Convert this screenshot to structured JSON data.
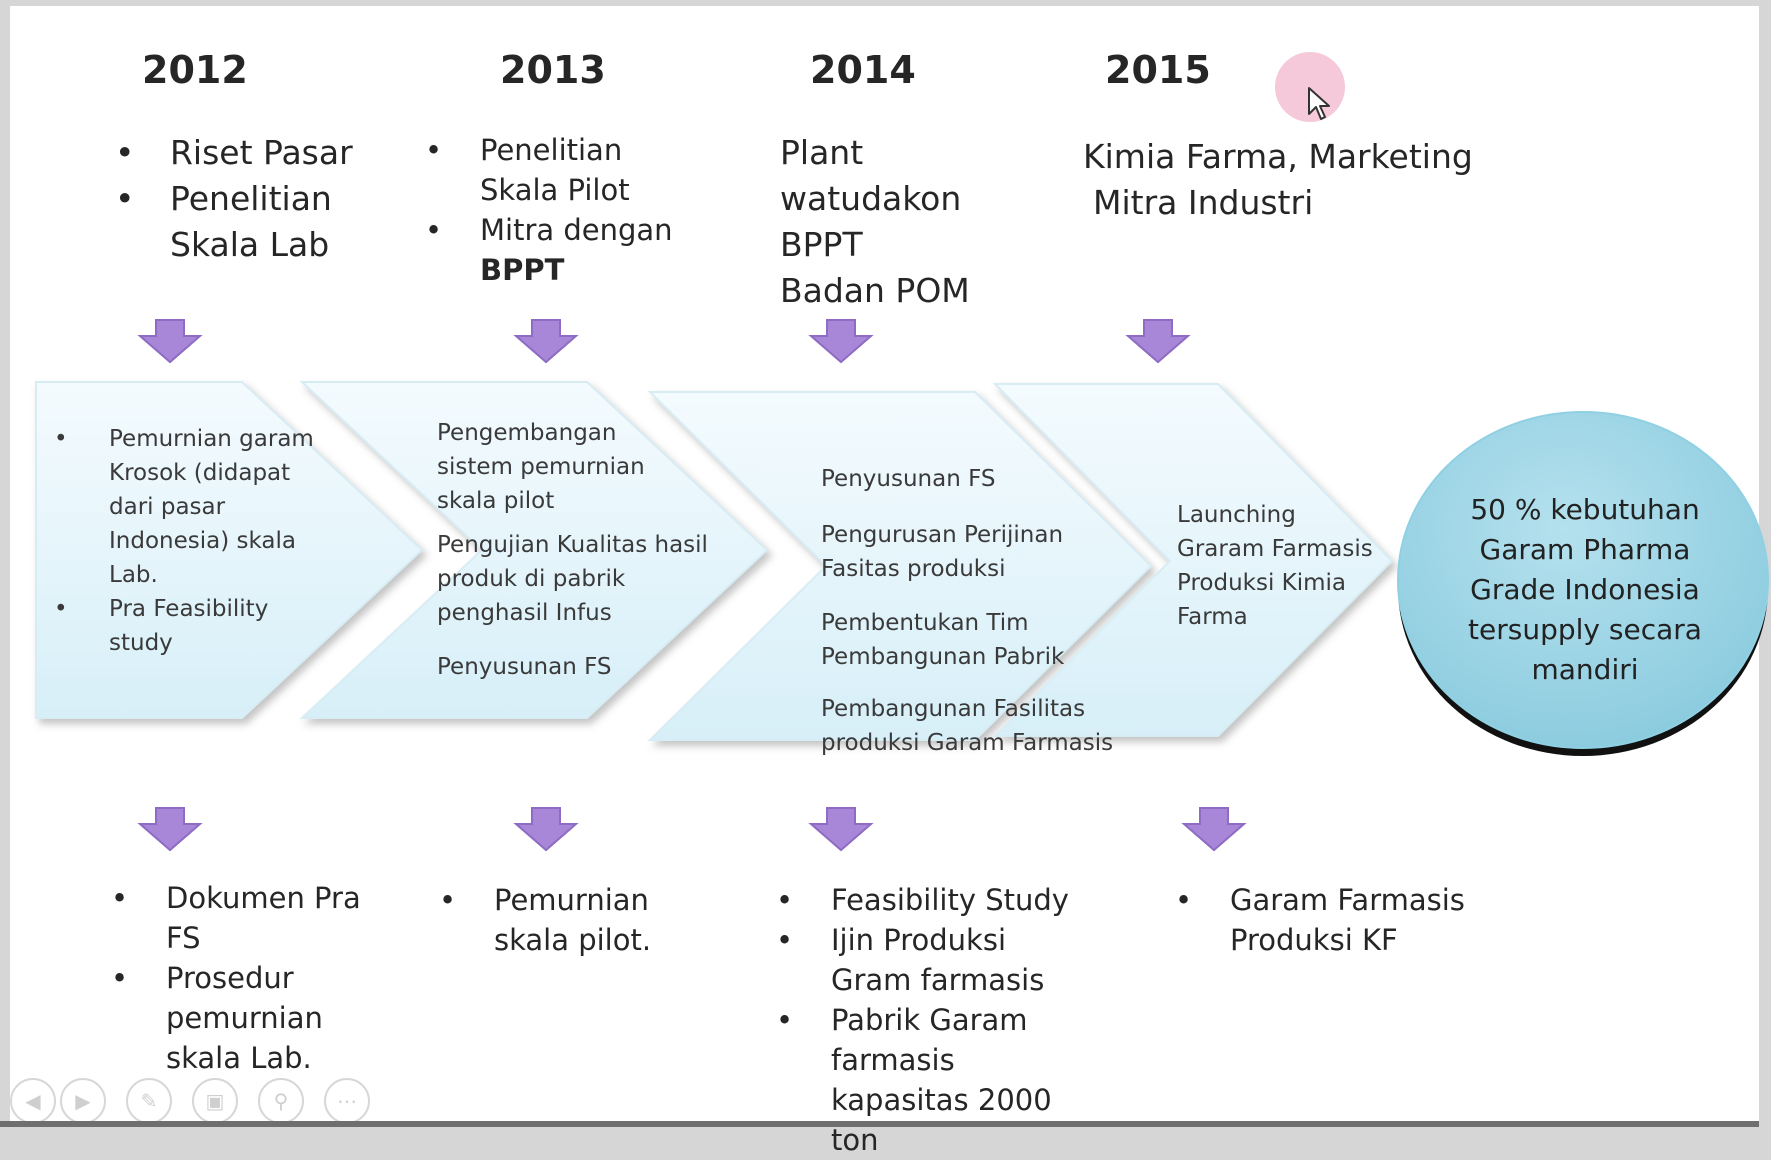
{
  "years": [
    "2012",
    "2013",
    "2014",
    "2015"
  ],
  "top": {
    "c2012": [
      "Riset Pasar",
      "Penelitian Skala Lab"
    ],
    "c2013": [
      "Penelitian Skala Pilot",
      "Mitra dengan "
    ],
    "c2013_bold": "BPPT",
    "c2014": [
      "Plant",
      "watudakon",
      "BPPT",
      "Badan POM"
    ],
    "c2015": [
      "Kimia Farma, Marketing",
      "Mitra Industri"
    ]
  },
  "chevrons": {
    "c1": [
      "Pemurnian garam Krosok (didapat dari pasar Indonesia) skala Lab.",
      "Pra Feasibility study"
    ],
    "c2": [
      "Pengembangan sistem pemurnian skala pilot",
      "Pengujian  Kualitas  hasil produk di  pabrik penghasil Infus",
      "Penyusunan FS"
    ],
    "c3": [
      "Penyusunan FS",
      "Pengurusan Perijinan Fasitas produksi",
      "Pembentukan Tim Pembangunan Pabrik",
      "Pembangunan Fasilitas produksi Garam Farmasis"
    ],
    "c4": [
      "Launching Graram Farmasis Produksi Kimia Farma"
    ]
  },
  "goal": "50 % kebutuhan Garam Pharma Grade Indonesia tersupply secara mandiri",
  "bottom": {
    "c2012": [
      "Dokumen Pra FS",
      "Prosedur pemurnian skala Lab."
    ],
    "c2013": [
      "Pemurnian skala pilot."
    ],
    "c2014": [
      "Feasibility Study",
      "Ijin Produksi Gram farmasis",
      "Pabrik Garam farmasis kapasitas 2000  ton"
    ],
    "c2015": [
      "Garam Farmasis Produksi KF"
    ]
  },
  "colors": {
    "chevron_fill": "#e8f6fb",
    "arrow_fill": "#a887d8",
    "goal_fill": "#94d1e3",
    "cursor_highlight": "#f3bfd4"
  },
  "controls": [
    "prev-icon",
    "play-icon",
    "pen-icon",
    "slides-icon",
    "zoom-icon",
    "more-icon"
  ]
}
